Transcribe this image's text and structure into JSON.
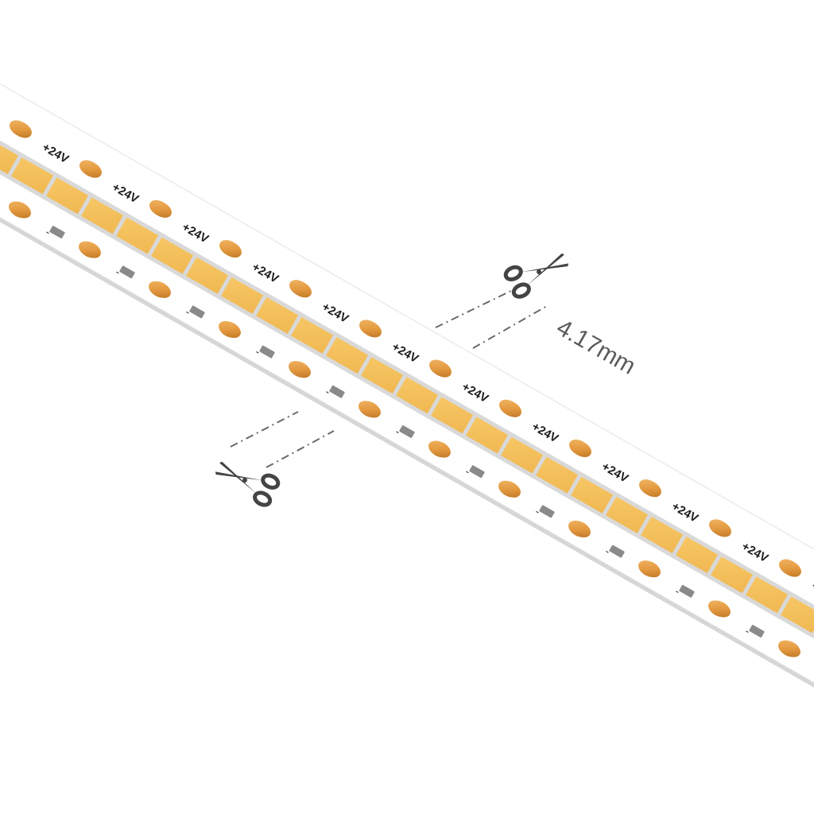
{
  "strip": {
    "positive_label": "+24V",
    "negative_label": "-",
    "colors": {
      "board": "#ffffff",
      "edge": "#dcdcdc",
      "led_fill": "#f5c15a",
      "led_rim": "#d9d9d9",
      "pad_copper": "#e39a40",
      "resistor": "#8a8a8a"
    }
  },
  "cut_annotation": {
    "dimension_label": "4.17mm",
    "top_icon": "scissors-icon",
    "bottom_icon": "scissors-icon",
    "line_style": "dash-dot",
    "line_color": "#6a6a6a"
  }
}
